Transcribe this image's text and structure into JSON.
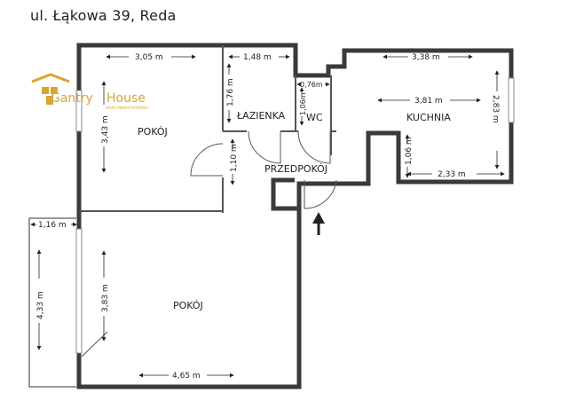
{
  "address": "ul. Łąkowa 39, Reda",
  "logo": {
    "name_part1": "Gantry",
    "name_part2": "House",
    "subtitle": "BIURO NIERUCHOMOŚCI",
    "color": "#d9a432"
  },
  "rooms": {
    "pokoj_top": "POKÓJ",
    "pokoj_bottom": "POKÓJ",
    "lazienka": "ŁAZIENKA",
    "wc": "WC",
    "kuchnia": "KUCHNIA",
    "przedpokoj": "PRZEDPOKÓJ"
  },
  "dimensions": {
    "pokoj_top_width": "3,05 m",
    "pokoj_top_depth": "3,43 m",
    "lazienka_width": "1,48 m",
    "lazienka_depth": "1,76 m",
    "wc_width": "0,76m",
    "wc_depth": "1,06m",
    "corridor_depth": "1,10 m",
    "kuchnia_width_outer": "3,38 m",
    "kuchnia_width_inner": "3,81 m",
    "kuchnia_depth": "2,83 m",
    "kuchnia_notch_depth": "1,06 m",
    "kuchnia_notch_width": "2,33 m",
    "balcony_width": "1,16 m",
    "balcony_depth": "4,33 m",
    "pokoj_bottom_depth": "3,83 m",
    "pokoj_bottom_width": "4,65 m"
  },
  "wall_color": "#3a3a3a"
}
